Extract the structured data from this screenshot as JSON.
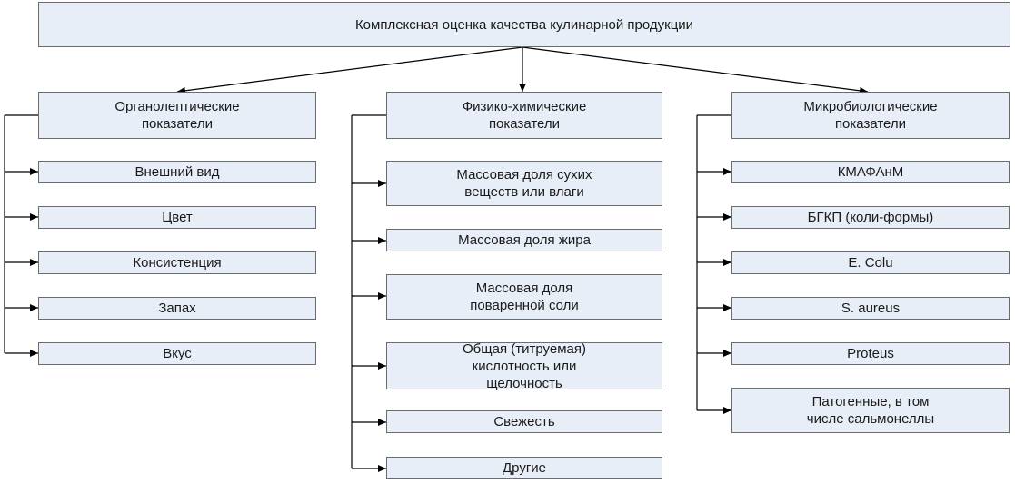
{
  "root": "Комплексная оценка качества кулинарной продукции",
  "columns": [
    {
      "header": "Органолептические\nпоказатели",
      "items": [
        "Внешний вид",
        "Цвет",
        "Консистенция",
        "Запах",
        "Вкус"
      ]
    },
    {
      "header": "Физико-химические\nпоказатели",
      "items": [
        "Массовая доля сухих\nвеществ или влаги",
        "Массовая доля жира",
        "Массовая доля\nповаренной соли",
        "Общая (титруемая)\nкислотность или\nщелочность",
        "Свежесть",
        "Другие"
      ]
    },
    {
      "header": "Микробиологические\nпоказатели",
      "items": [
        "КМАФАнМ",
        "БГКП (коли-формы)",
        "E. Colu",
        "S. aureus",
        "Proteus",
        "Патогенные, в том\nчисле сальмонеллы"
      ]
    }
  ],
  "colors": {
    "box_fill": "#e8eef8",
    "border": "#6b6b6b",
    "line": "#000000"
  }
}
